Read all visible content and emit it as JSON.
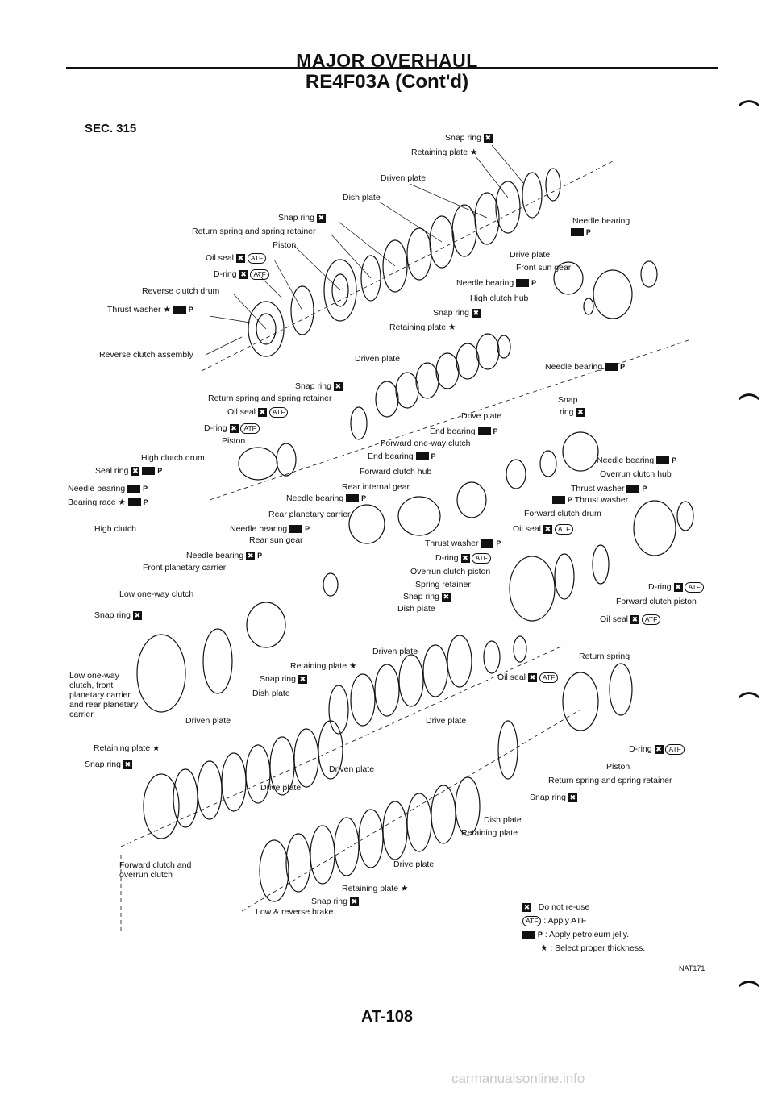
{
  "header": {
    "title": "MAJOR OVERHAUL",
    "subtitle": "RE4F03A (Cont'd)"
  },
  "section": "SEC. 315",
  "labels": {
    "snap_ring_1": "Snap ring",
    "retaining_plate_1": "Retaining plate ★",
    "driven_plate_1": "Driven plate",
    "dish_plate_1": "Dish plate",
    "snap_ring_2": "Snap ring",
    "return_spring_1": "Return spring and spring retainer",
    "piston_1": "Piston",
    "oil_seal_1": "Oil seal",
    "d_ring_1": "D-ring",
    "reverse_clutch_drum": "Reverse clutch drum",
    "thrust_washer_1": "Thrust washer ★",
    "reverse_clutch_assembly": "Reverse clutch assembly",
    "needle_bearing_1": "Needle bearing",
    "drive_plate_1": "Drive plate",
    "front_sun_gear": "Front sun gear",
    "needle_bearing_2": "Needle bearing",
    "high_clutch_hub": "High clutch hub",
    "snap_ring_3": "Snap ring",
    "retaining_plate_2": "Retaining plate ★",
    "driven_plate_2": "Driven plate",
    "needle_bearing_3": "Needle bearing",
    "snap_ring_4": "Snap ring",
    "return_spring_2": "Return spring and spring retainer",
    "oil_seal_2": "Oil seal",
    "d_ring_2": "D-ring",
    "piston_2": "Piston",
    "high_clutch_drum": "High clutch drum",
    "seal_ring": "Seal ring",
    "needle_bearing_4": "Needle bearing",
    "bearing_race": "Bearing race ★",
    "high_clutch": "High clutch",
    "drive_plate_2": "Drive plate",
    "end_bearing_1": "End bearing",
    "forward_one_way_clutch": "Forward one-way clutch",
    "end_bearing_2": "End bearing",
    "forward_clutch_hub": "Forward clutch hub",
    "rear_internal_gear": "Rear internal gear",
    "needle_bearing_5": "Needle bearing",
    "rear_planetary_carrier": "Rear planetary carrier",
    "needle_bearing_6": "Needle bearing",
    "rear_sun_gear": "Rear sun gear",
    "needle_bearing_7": "Needle bearing",
    "front_planetary_carrier": "Front planetary carrier",
    "snap_ring_5": "Snap",
    "snap_ring_5b": "ring",
    "needle_bearing_8": "Needle bearing",
    "overrun_clutch_hub": "Overrun clutch hub",
    "thrust_washer_2": "Thrust washer",
    "thrust_washer_3": "Thrust washer",
    "forward_clutch_drum": "Forward clutch drum",
    "oil_seal_3": "Oil seal",
    "thrust_washer_4": "Thrust washer",
    "d_ring_3": "D-ring",
    "overrun_clutch_piston": "Overrun clutch piston",
    "spring_retainer": "Spring retainer",
    "snap_ring_6": "Snap ring",
    "dish_plate_2": "Dish plate",
    "d_ring_4": "D-ring",
    "forward_clutch_piston": "Forward clutch piston",
    "oil_seal_4": "Oil seal",
    "low_one_way_clutch": "Low one-way clutch",
    "snap_ring_7": "Snap ring",
    "low_one_way_assy": "Low one-way clutch, front planetary carrier and rear planetary carrier",
    "driven_plate_3": "Driven plate",
    "retaining_plate_3": "Retaining plate ★",
    "snap_ring_8": "Snap ring",
    "dish_plate_3": "Dish plate",
    "return_spring_3": "Return spring",
    "oil_seal_5": "Oil seal",
    "driven_plate_4": "Driven plate",
    "drive_plate_3": "Drive plate",
    "retaining_plate_4": "Retaining plate ★",
    "snap_ring_9": "Snap ring",
    "d_ring_5": "D-ring",
    "piston_3": "Piston",
    "driven_plate_5": "Driven plate",
    "drive_plate_4": "Drive plate",
    "return_spring_4": "Return spring and spring retainer",
    "snap_ring_10": "Snap ring",
    "dish_plate_4": "Dish plate",
    "retaining_plate_5": "Retaining plate",
    "drive_plate_5": "Drive plate",
    "forward_clutch_overrun": "Forward clutch and overrun clutch",
    "retaining_plate_6": "Retaining plate ★",
    "snap_ring_11": "Snap ring",
    "low_reverse_brake": "Low & reverse brake"
  },
  "symbols": {
    "atf": "ATF",
    "petroleum": "P",
    "do_not_reuse": "✖"
  },
  "legend": [
    {
      "symbol": "✖",
      "text": ": Do not re-use"
    },
    {
      "symbol": "ATF",
      "text": ": Apply ATF"
    },
    {
      "symbol": "P",
      "text": ": Apply petroleum jelly."
    },
    {
      "symbol": "★",
      "text": ": Select proper thickness."
    }
  ],
  "figure_code": "NAT171",
  "page_number": "AT-108",
  "watermark": "carmanualsonline.info"
}
